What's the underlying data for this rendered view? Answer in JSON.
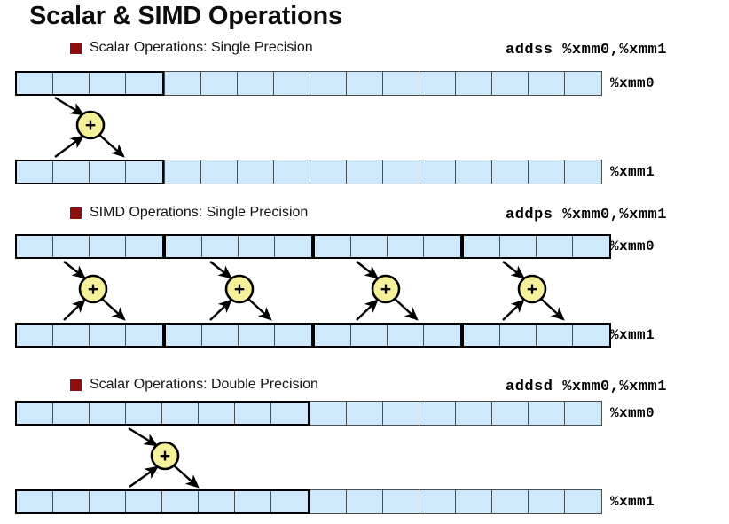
{
  "title": "Scalar & SIMD Operations",
  "colors": {
    "cell_fill": "#CDE9FB",
    "cell_stroke": "#4C4C4C",
    "group_stroke": "#000000",
    "bullet": "#8B0F0F",
    "adder_fill": "#F7F09A",
    "adder_stroke": "#000000",
    "title_text": "#0D0D0D"
  },
  "register_cells_total": 16,
  "sections": [
    {
      "id": "scalar-single",
      "bullet_label": "Scalar Operations: Single Precision",
      "instruction": "addss %xmm0,%xmm1",
      "source_register_label": "%xmm0",
      "dest_register_label": "%xmm1",
      "active_lane_cells": 4,
      "lane_count": 1,
      "adder_symbol": "+",
      "adder_count": 1
    },
    {
      "id": "simd-single",
      "bullet_label": "SIMD Operations: Single Precision",
      "instruction": "addps %xmm0,%xmm1",
      "source_register_label": "%xmm0",
      "dest_register_label": "%xmm1",
      "active_lane_cells": 4,
      "lane_count": 4,
      "adder_symbol": "+",
      "adder_count": 4
    },
    {
      "id": "scalar-double",
      "bullet_label": "Scalar Operations: Double Precision",
      "instruction": "addsd %xmm0,%xmm1",
      "source_register_label": "%xmm0",
      "dest_register_label": "%xmm1",
      "active_lane_cells": 8,
      "lane_count": 1,
      "adder_symbol": "+",
      "adder_count": 1
    }
  ]
}
